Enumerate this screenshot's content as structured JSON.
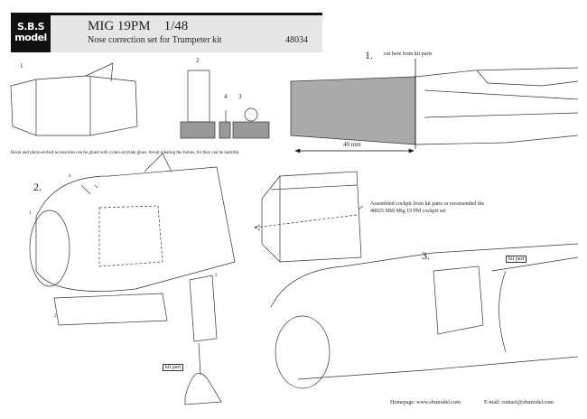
{
  "header": {
    "logo_top": "S.B.S",
    "logo_bottom": "model",
    "title": "MIG 19PM    1/48",
    "subtitle": "Nose correction set for Trumpeter kit",
    "code": "48034"
  },
  "parts": {
    "p1": "1",
    "p2": "2",
    "p3": "3",
    "p4": "4"
  },
  "step1": {
    "num": "1.",
    "cut_note": "cut here from kit parts",
    "dimension": "40 mm"
  },
  "note": "Resin and photo-etched accessories can be glued with cyano-acrylate glues. Avoid inhaling the fumes, for they can be harmful.",
  "step2": {
    "num": "2.",
    "cockpit_note_1": "Assembled cockpit from kit parts or recomended the",
    "cockpit_note_2": "48025 SBS Mig 19 PM cockpit set",
    "kit_part": "kit part",
    "c1": "1",
    "c2": "2",
    "c3": "3",
    "c4": "4"
  },
  "step3": {
    "num": "3.",
    "kit_part": "kit part"
  },
  "footer": {
    "homepage": "Homepage: www.sbsmodel.com",
    "email": "E-mail: contact@sbsmodel.com"
  }
}
